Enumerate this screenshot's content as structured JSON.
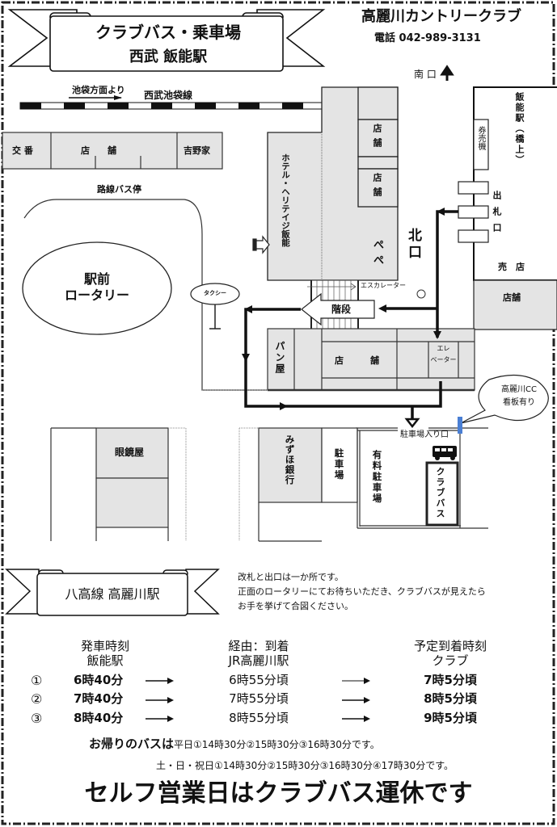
{
  "header": {
    "banner_title": "クラブバス・乗車場",
    "banner_subtitle": "西武 飯能駅",
    "club_name": "高麗川カントリークラブ",
    "phone": "電話 042-989-3131",
    "south_exit": "南 口"
  },
  "map": {
    "railway_direction": "池袋方面より",
    "railway_name": "西武池袋線",
    "shops_row": [
      "交 番",
      "店　　舗",
      "吉野家"
    ],
    "bus_stop": "路線バス停",
    "rotary": [
      "駅前",
      "ロータリー"
    ],
    "taxi": "タクシー",
    "hotel": "ホテル・ヘリテイジ飯能",
    "store_1": "店舗",
    "store_2": "店舗",
    "pepe": "ぺぺ",
    "north_exit": "北口",
    "station": "飯能駅（橋上）",
    "ticket_machine": "券売機",
    "ticket_gate": "出札口",
    "kiosk": "売　店",
    "store_right": "店舗",
    "escalator": "エスカレーター",
    "stairs": "階段",
    "bakery": "パン屋",
    "store_middle": "店　　　舗",
    "elevator": [
      "エレ",
      "ベーター"
    ],
    "signboard": [
      "高麗川CC",
      "看板有り"
    ],
    "parking_entrance": "駐車場入り口",
    "optician": "眼鏡屋",
    "mizuho": "みずほ銀行",
    "parking": "駐車場",
    "paid_parking": "有料駐車場",
    "club_bus": "クラブバス",
    "colors": {
      "building_fill": "#e4e4e4",
      "signboard_blue": "#4a7fd4",
      "line": "#111111"
    }
  },
  "komagawa": {
    "banner_title": "八高線 高麗川駅",
    "note_lines": [
      "改札と出口は一か所です。",
      "正面のロータリーにてお待ちいただき、クラブバスが見えたら",
      "お手を挙げて合図ください。"
    ]
  },
  "schedule": {
    "headers": [
      [
        "発車時刻",
        "飯能駅"
      ],
      [
        "経由：到着",
        "JR高麗川駅"
      ],
      [
        "予定到着時刻",
        "クラブ"
      ]
    ],
    "rows": [
      {
        "no": "①",
        "depart": "6時40分",
        "via": "6時55分頃",
        "arrive": "7時5分頃"
      },
      {
        "no": "②",
        "depart": "7時40分",
        "via": "7時55分頃",
        "arrive": "8時5分頃"
      },
      {
        "no": "③",
        "depart": "8時40分",
        "via": "8時55分頃",
        "arrive": "9時5分頃"
      }
    ]
  },
  "return_bus": {
    "label": "お帰りのバスは",
    "weekday": "平日①14時30分②15時30分③16時30分です。",
    "weekend": "土・日・祝日①14時30分②15時30分③16時30分④17時30分です。"
  },
  "notice": "セルフ営業日はクラブバス運休です"
}
